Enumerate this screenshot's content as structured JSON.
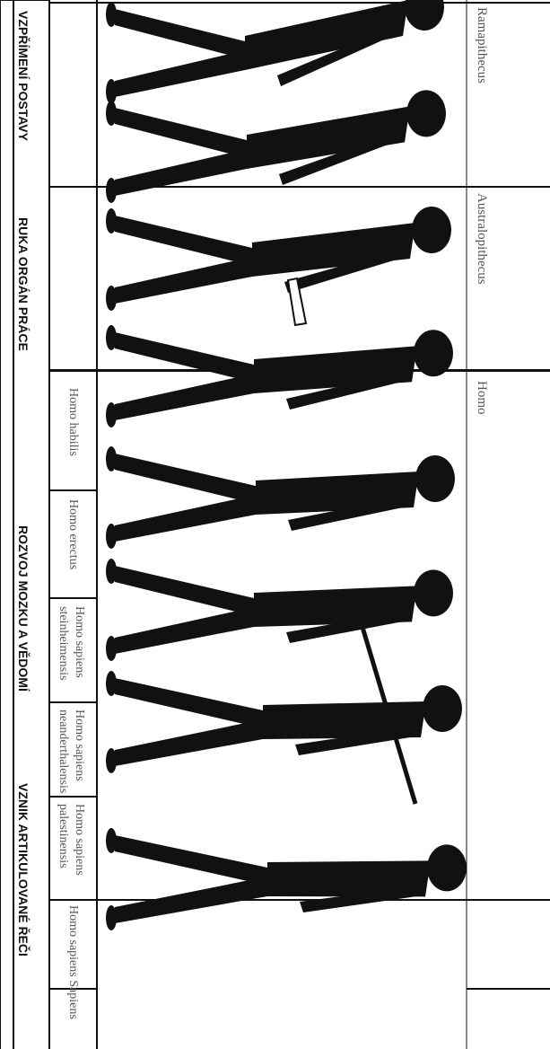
{
  "genera": [
    "Ramapithecus",
    "Australopithecus",
    "Homo"
  ],
  "species": [
    {
      "line1": "Homo habilis",
      "line2": ""
    },
    {
      "line1": "Homo erectus",
      "line2": ""
    },
    {
      "line1": "Homo sapiens",
      "line2": "steinheimensis"
    },
    {
      "line1": "Homo sapiens",
      "line2": "neanderthalensis"
    },
    {
      "line1": "Homo sapiens",
      "line2": "palestinensis"
    },
    {
      "line1": "Homo sapiens Sapiens",
      "line2": ""
    }
  ],
  "stages": [
    "VZPŘÍMENÍ POSTAVY",
    "RUKA ORGÁN PRÁCE",
    "ROZVOJ MOZKU A VĚDOMÍ",
    "VZNIK ARTIKULOVANÉ ŘEČI"
  ],
  "figures": [
    {
      "label": "ramapithecus-figure",
      "tool": "none"
    },
    {
      "label": "australopithecus-figure",
      "tool": "none"
    },
    {
      "label": "homo-habilis-figure",
      "tool": "hand-axe"
    },
    {
      "label": "homo-erectus-figure",
      "tool": "none"
    },
    {
      "label": "homo-sapiens-steinheimensis-figure",
      "tool": "none"
    },
    {
      "label": "homo-sapiens-neanderthalensis-figure",
      "tool": "none"
    },
    {
      "label": "homo-sapiens-palestinensis-figure",
      "tool": "spear"
    },
    {
      "label": "homo-sapiens-sapiens-figure",
      "tool": "none"
    }
  ],
  "colors": {
    "ink": "#111111",
    "label_gray": "#555555",
    "paper": "#ffffff"
  }
}
